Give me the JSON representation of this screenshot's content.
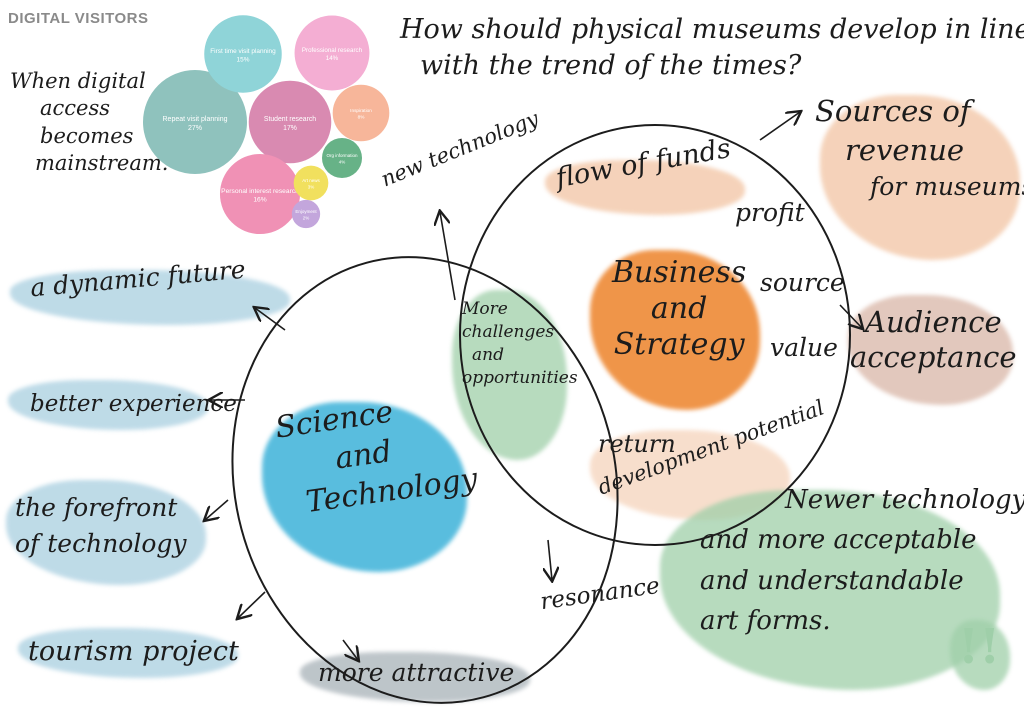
{
  "colors": {
    "ink": "#1c1c1c",
    "blue_stroke": "#a9cfe0",
    "cyan_fill": "#3db2d9",
    "orange_fill": "#ee8a36",
    "green_stroke": "#9fcfa9",
    "peach_stroke": "#f2c4a3",
    "mauve_stroke": "#d9b6a7",
    "gray_stroke": "#a8b2b8"
  },
  "digital_visitors": {
    "title": "DIGITAL VISITORS",
    "chart_data": {
      "type": "bubble",
      "title": "DIGITAL VISITORS",
      "bubbles": [
        {
          "label": "Repeat visit planning",
          "value": 27,
          "color": "#8fc2bd"
        },
        {
          "label": "Student research",
          "value": 17,
          "color": "#d98ab1"
        },
        {
          "label": "Personal interest research",
          "value": 16,
          "color": "#f091b5"
        },
        {
          "label": "First time visit planning",
          "value": 15,
          "color": "#8fd4d8"
        },
        {
          "label": "Professional research",
          "value": 14,
          "color": "#f4aed3"
        },
        {
          "label": "Inspiration",
          "value": 8,
          "color": "#f7b69a"
        },
        {
          "label": "Org information",
          "value": 4,
          "color": "#67b287"
        },
        {
          "label": "Art news",
          "value": 3,
          "color": "#f1e05e"
        },
        {
          "label": "Enjoyment",
          "value": 2,
          "color": "#c3a6dc"
        }
      ]
    }
  },
  "texts": {
    "when_digital": [
      "When digital",
      "access",
      "becomes",
      "mainstream."
    ],
    "question": [
      "How should physical museums develop in line",
      "with the trend of the times?"
    ],
    "new_technology": "new technology",
    "flow_of_funds": "flow of funds",
    "profit": "profit",
    "sources_revenue": [
      "Sources of",
      "revenue",
      "for museums"
    ],
    "business_strategy": [
      "Business",
      "and",
      "Strategy"
    ],
    "source": "source",
    "value": "value",
    "audience_acceptance": [
      "Audience",
      "acceptance"
    ],
    "dynamic_future": "a dynamic future",
    "more_challenges": [
      "More",
      "challenges",
      "and",
      "opportunities"
    ],
    "better_experience": "better experience",
    "science_technology": [
      "Science",
      "and",
      "Technology"
    ],
    "return": "return",
    "development_potential": "development potential",
    "forefront": [
      "the forefront",
      "of technology"
    ],
    "newer_technology": [
      "Newer technology",
      "and more acceptable",
      "and understandable",
      "art forms."
    ],
    "resonance": "resonance",
    "tourism_project": "tourism project",
    "more_attractive": "more attractive",
    "exclaim": "!!"
  }
}
